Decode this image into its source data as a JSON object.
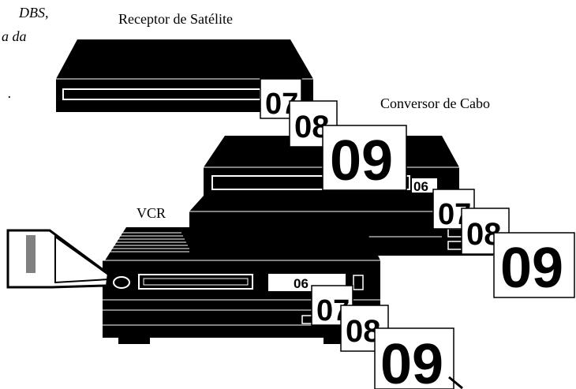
{
  "labels": {
    "satellite": "Receptor de Satélite",
    "cable": "Conversor de Cabo",
    "vcr": "VCR"
  },
  "margin_text": {
    "line1": "DBS,",
    "line2": "a da",
    "line3": "."
  },
  "cards": {
    "sat_07": "07",
    "sat_08": "08",
    "sat_09": "09",
    "cable_display": "06",
    "cable_07": "07",
    "cable_08": "08",
    "cable_09": "09",
    "vcr_display": "06",
    "vcr_07": "07",
    "vcr_08": "08",
    "vcr_09": "09"
  },
  "colors": {
    "device": "#000000",
    "paper": "#ffffff",
    "callout_bar": "#808080"
  }
}
